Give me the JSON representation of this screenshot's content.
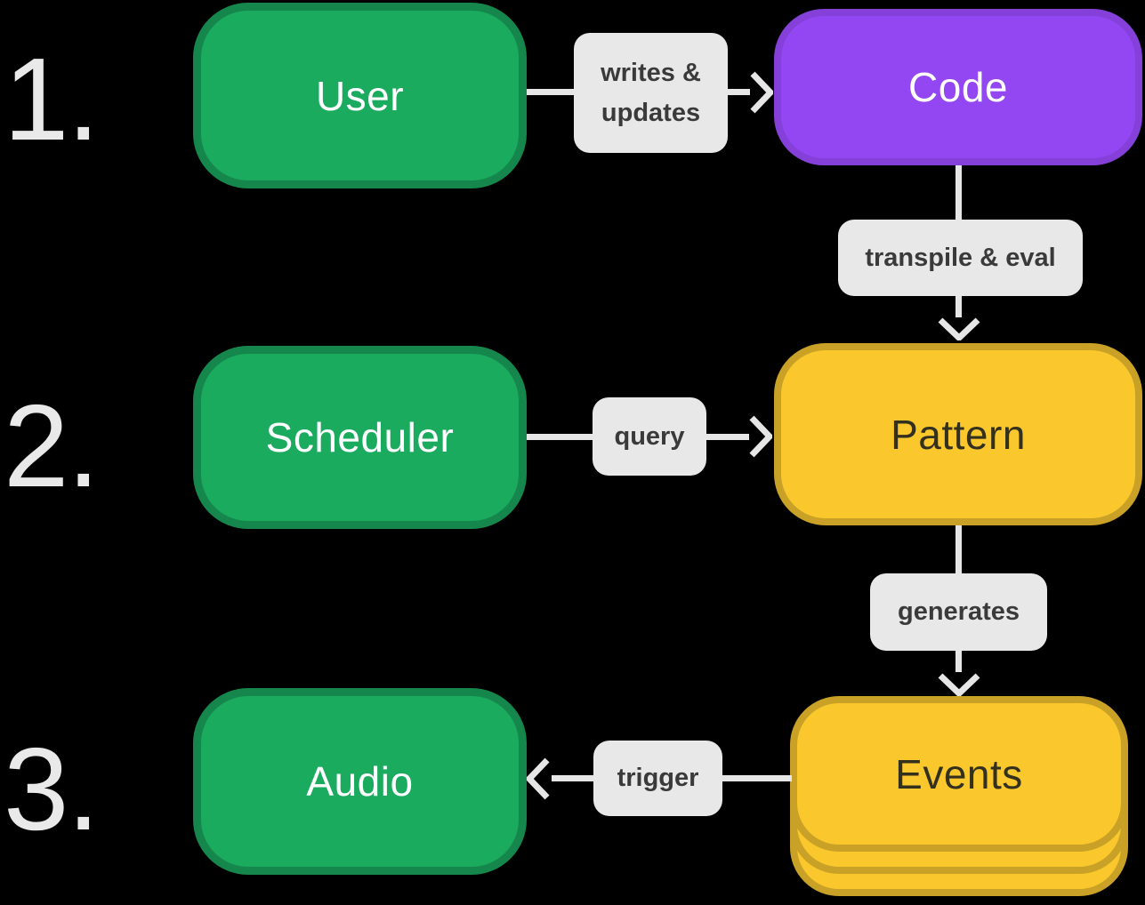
{
  "diagram": {
    "steps": [
      {
        "label": "1."
      },
      {
        "label": "2."
      },
      {
        "label": "3."
      }
    ],
    "nodes": {
      "user": {
        "label": "User",
        "color": "green"
      },
      "code": {
        "label": "Code",
        "color": "purple"
      },
      "scheduler": {
        "label": "Scheduler",
        "color": "green"
      },
      "pattern": {
        "label": "Pattern",
        "color": "yellow"
      },
      "events": {
        "label": "Events",
        "color": "yellow",
        "stacked": true
      },
      "audio": {
        "label": "Audio",
        "color": "green"
      }
    },
    "edges": {
      "writes_updates": {
        "label": "writes & updates",
        "from": "user",
        "to": "code"
      },
      "transpile_eval": {
        "label": "transpile & eval",
        "from": "code",
        "to": "pattern"
      },
      "query": {
        "label": "query",
        "from": "scheduler",
        "to": "pattern"
      },
      "generates": {
        "label": "generates",
        "from": "pattern",
        "to": "events"
      },
      "trigger": {
        "label": "trigger",
        "from": "events",
        "to": "audio"
      }
    }
  },
  "colors": {
    "bg": "#000000",
    "green-fill": "#1aab5e",
    "green-border": "#16874c",
    "purple-fill": "#9347f2",
    "purple-border": "#8440d8",
    "yellow-fill": "#fac82d",
    "yellow-border": "#c9a127",
    "label-bg": "#e8e8e8",
    "label-text": "#3a3a3a",
    "arrow": "#e6e6e6",
    "step": "#e9e9e9",
    "node-text-light": "#ffffff",
    "node-text-dark": "#33301d"
  }
}
